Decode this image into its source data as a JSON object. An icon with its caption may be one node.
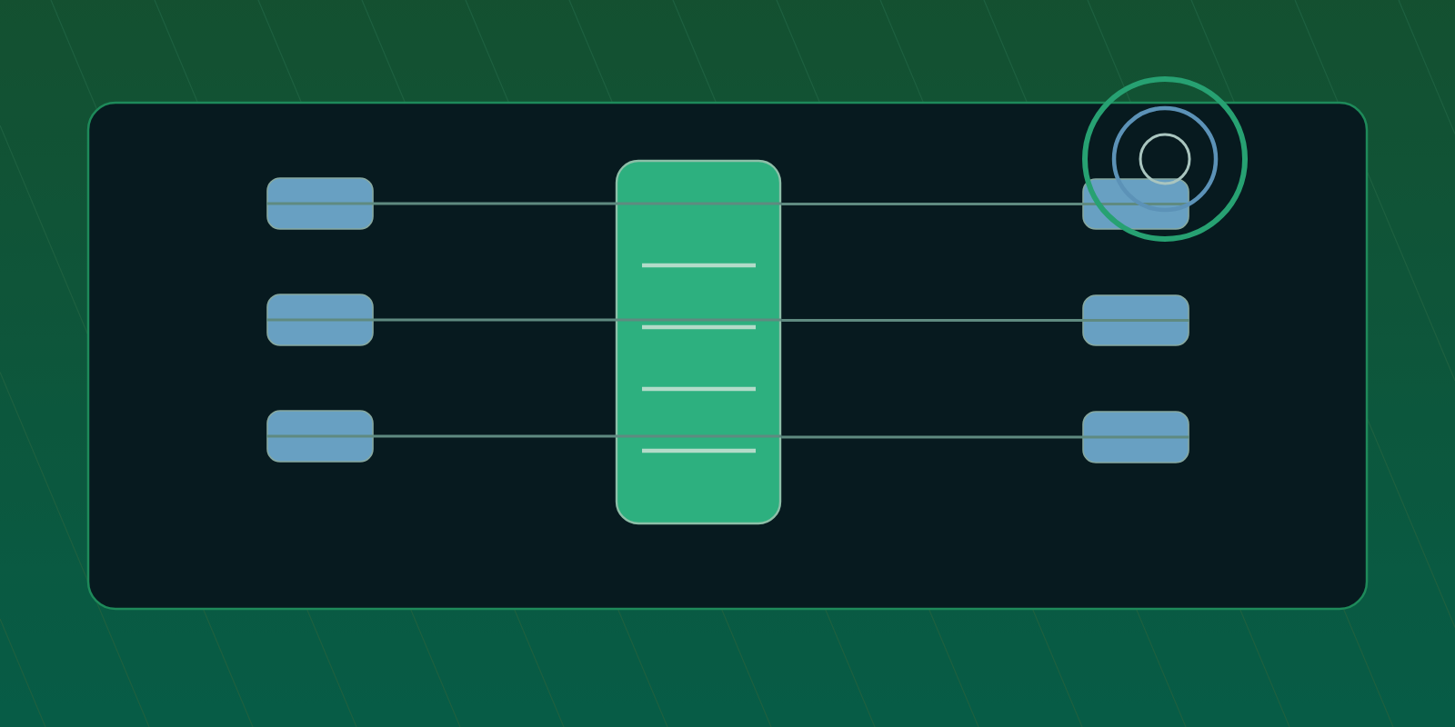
{
  "diagram": {
    "nodes": [
      {
        "text": [],
        "shape": "box"
      },
      {
        "text": [],
        "shape": "box"
      },
      {
        "text": [],
        "shape": "box"
      },
      {
        "text": [],
        "shape": "box"
      },
      {
        "text": [],
        "shape": "box"
      },
      {
        "text": [],
        "shape": "box"
      },
      {
        "text": [],
        "shape": "box"
      }
    ],
    "edges": [
      {
        "from": 0,
        "to": 3,
        "arrow": "none"
      },
      {
        "from": 3,
        "to": 4,
        "arrow": "none"
      },
      {
        "from": 1,
        "to": 3,
        "arrow": "none"
      },
      {
        "from": 3,
        "to": 5,
        "arrow": "none"
      },
      {
        "from": 2,
        "to": 3,
        "arrow": "none"
      },
      {
        "from": 3,
        "to": 6,
        "arrow": "none"
      }
    ]
  }
}
